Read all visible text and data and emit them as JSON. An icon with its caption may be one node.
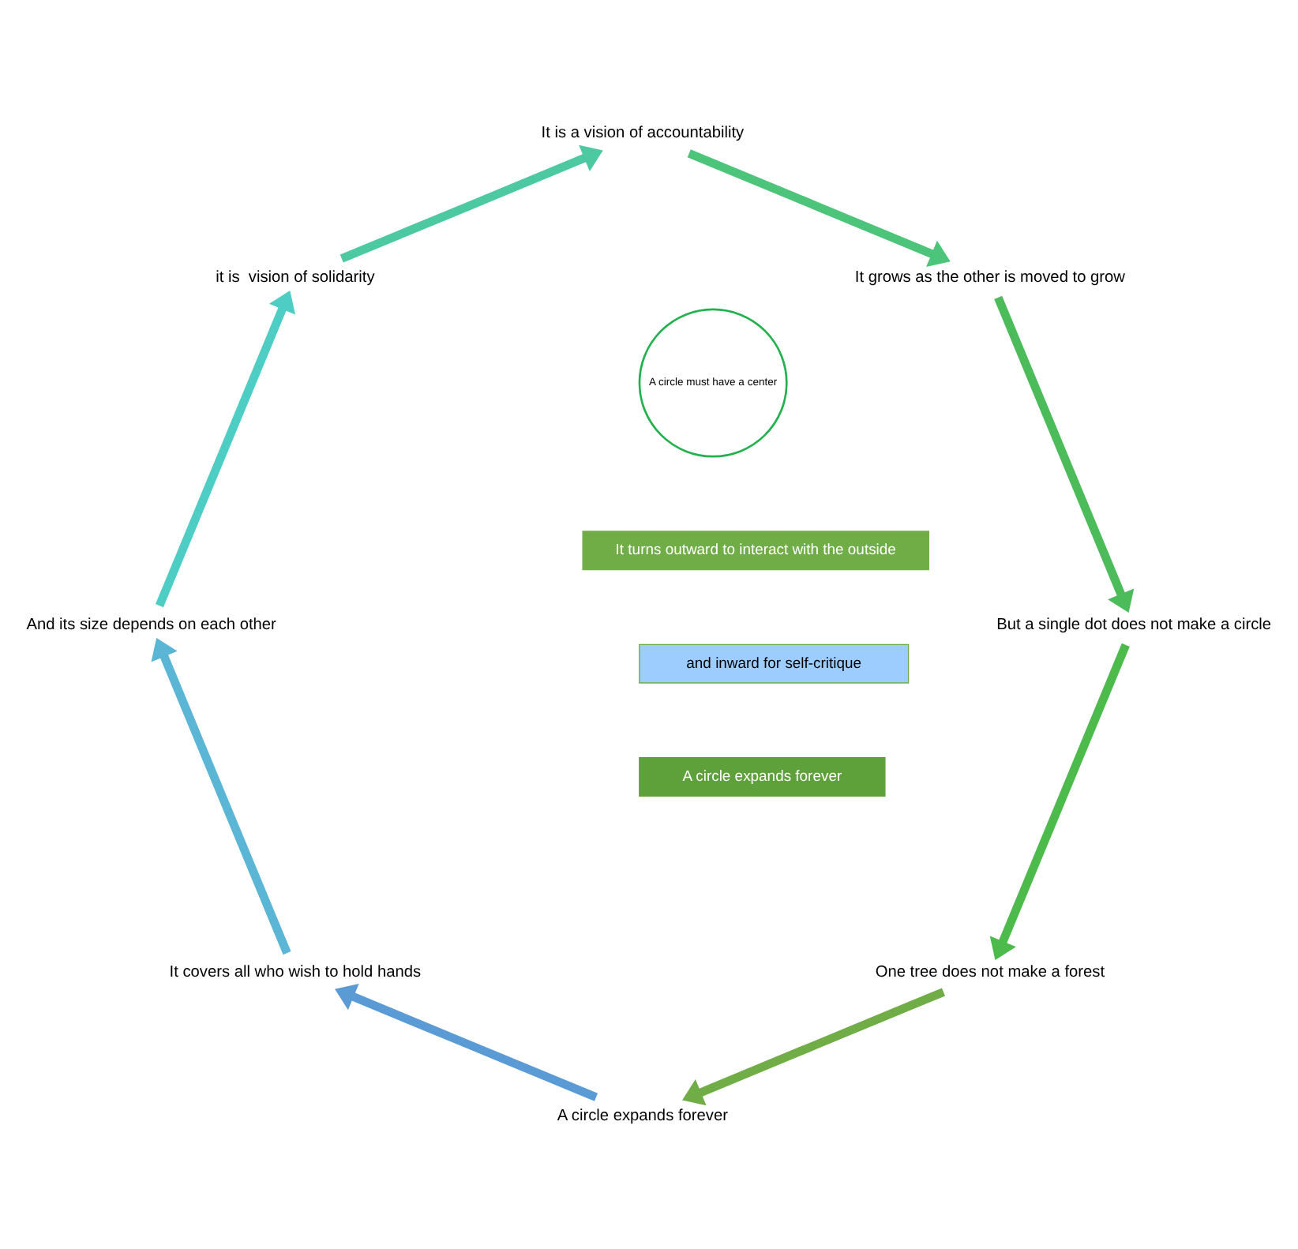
{
  "diagram": {
    "nodes": [
      {
        "text": [
          "One tree does not make a forest"
        ]
      },
      {
        "text": [
          "A circle expands forever"
        ]
      },
      {
        "text": [
          "It covers all who wish to hold hands"
        ]
      },
      {
        "text": [
          "And its size depends on each other"
        ]
      },
      {
        "text": [
          "it is  vision of solidarity"
        ]
      },
      {
        "text": [
          "It is a vision of accountability"
        ]
      },
      {
        "text": [
          "It grows as the other is moved to grow"
        ]
      },
      {
        "text": [
          "But a single dot does not make a circle"
        ]
      },
      {
        "text": [
          "It turns outward to interact with the outside"
        ]
      },
      {
        "text": [
          "and inward for self-critique"
        ]
      },
      {
        "text": [
          "A circle must have a center"
        ]
      },
      {
        "text": [
          "A circle expands forever"
        ]
      }
    ],
    "edges": [
      {
        "from": 0,
        "to": 1,
        "arrow": "to",
        "color": "#70ad47"
      },
      {
        "from": 1,
        "to": 2,
        "arrow": "to",
        "color": "#5b9bd5"
      },
      {
        "from": 2,
        "to": 3,
        "arrow": "to",
        "color": "#5bb5d5"
      },
      {
        "from": 3,
        "to": 4,
        "arrow": "to",
        "color": "#4ecdc4"
      },
      {
        "from": 4,
        "to": 5,
        "arrow": "to",
        "color": "#4cc9a0"
      },
      {
        "from": 5,
        "to": 6,
        "arrow": "to",
        "color": "#4cc47a"
      },
      {
        "from": 6,
        "to": 7,
        "arrow": "to",
        "color": "#4cbb5a"
      },
      {
        "from": 7,
        "to": 0,
        "arrow": "to",
        "color": "#4cbb4c"
      }
    ]
  }
}
